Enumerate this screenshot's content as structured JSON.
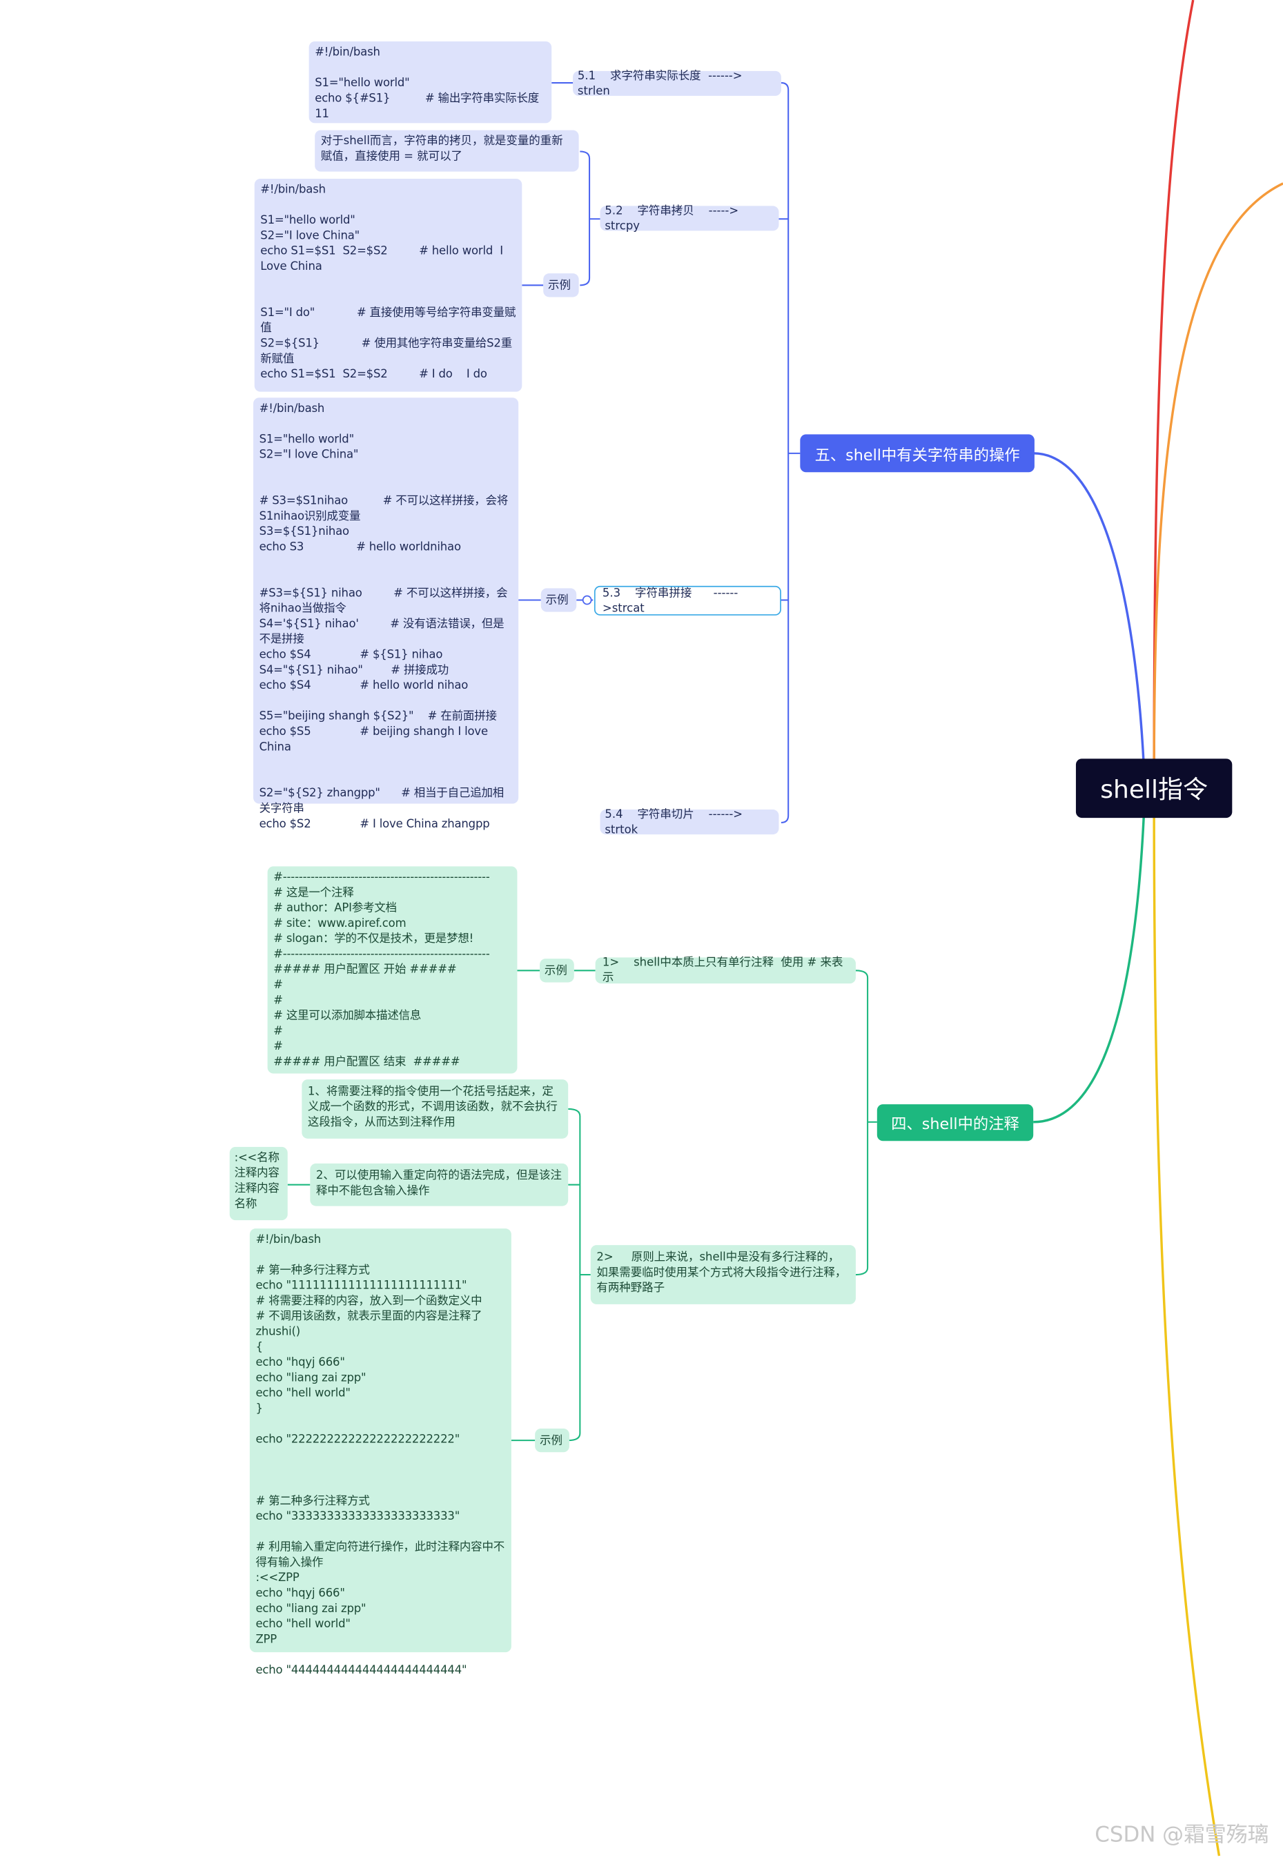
{
  "root": {
    "label": "shell指令"
  },
  "branch5": {
    "label": "五、shell中有关字符串的操作",
    "color": "#4a64f0",
    "items": {
      "i51": "5.1    求字符串实际长度  ------> strlen",
      "i52": "5.2    字符串拷贝    -----> strcpy",
      "i53": "5.3    字符串拼接      ------>strcat",
      "i54": "5.4    字符串切片    ------> strtok"
    },
    "code51": "#!/bin/bash\n\nS1=\"hello world\"\necho ${#S1}          # 输出字符串实际长度 11",
    "note52": "对于shell而言，字符串的拷贝，就是变量的重新赋值，直接使用 = 就可以了",
    "example_label": "示例",
    "example53_label": "示例",
    "code52": "#!/bin/bash\n\nS1=\"hello world\"\nS2=\"I love China\"\necho S1=$S1  S2=$S2         # hello world  I Love China\n\n\nS1=\"I do\"            # 直接使用等号给字符串变量赋值\nS2=${S1}            # 使用其他字符串变量给S2重新赋值\necho S1=$S1  S2=$S2         # I do    I do",
    "code53": "#!/bin/bash\n\nS1=\"hello world\"\nS2=\"I love China\"\n\n\n# S3=$S1nihao          # 不可以这样拼接，会将S1nihao识别成变量\nS3=${S1}nihao\necho S3               # hello worldnihao\n\n\n#S3=${S1} nihao         # 不可以这样拼接，会将nihao当做指令\nS4='${S1} nihao'         # 没有语法错误，但是不是拼接\necho $S4              # ${S1} nihao\nS4=\"${S1} nihao\"        # 拼接成功\necho $S4              # hello world nihao\n\nS5=\"beijing shangh ${S2}\"    # 在前面拼接\necho $S5              # beijing shangh I love China\n\n\nS2=\"${S2} zhangpp\"      # 相当于自己追加相关字符串\necho $S2              # I love China zhangpp"
  },
  "branch4": {
    "label": "四、shell中的注释",
    "color": "#1db87f",
    "item1": "1>    shell中本质上只有单行注释  使用 # 来表示",
    "item2": "2>     原则上来说，shell中是没有多行注释的，如果需要临时使用某个方式将大段指令进行注释，有两种野路子",
    "example1_label": "示例",
    "example2_label": "示例",
    "code1": "#----------------------------------------------------\n# 这是一个注释\n# author：API参考文档\n# site：www.apiref.com\n# slogan：学的不仅是技术，更是梦想!\n#----------------------------------------------------\n##### 用户配置区 开始 #####\n#\n#\n# 这里可以添加脚本描述信息\n#\n#\n##### 用户配置区 结束  #####",
    "way1": "1、将需要注释的指令使用一个花括号括起来，定义成一个函数的形式，不调用该函数，就不会执行这段指令，从而达到注释作用",
    "way2": "2、可以使用输入重定向符的语法完成，但是该注释中不能包含输入操作",
    "heredoc": ":<<名称\n注释内容\n注释内容\n名称",
    "code2": "#!/bin/bash\n\n# 第一种多行注释方式\necho \"111111111111111111111111\"\n# 将需要注释的内容，放入到一个函数定义中\n# 不调用该函数，就表示里面的内容是注释了\nzhushi()\n{\necho \"hqyj 666\"\necho \"liang zai zpp\"\necho \"hell world\"\n}\n\necho \"22222222222222222222222\"\n\n\n\n# 第二种多行注释方式\necho \"33333333333333333333333\"\n\n# 利用输入重定向符进行操作，此时注释内容中不得有输入操作\n:<<ZPP\necho \"hqyj 666\"\necho \"liang zai zpp\"\necho \"hell world\"\nZPP\n\necho \"444444444444444444444444\""
  },
  "edge_colors": [
    "#e53935",
    "#f59a3a",
    "#f0c419"
  ],
  "watermark": "CSDN @霜雪殇璃"
}
